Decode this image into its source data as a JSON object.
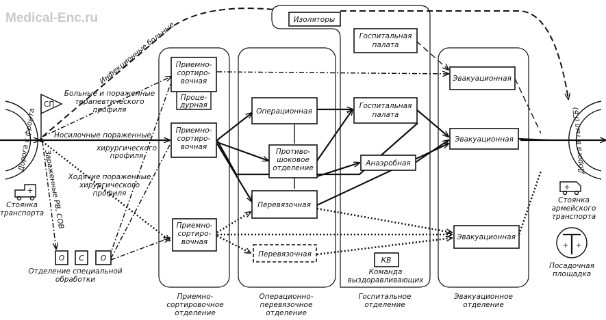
{
  "watermark": "Medical-Enc.ru",
  "roads": {
    "from_front": "Дорога с фронта",
    "to_rear": "Дорога в тыл (ГБ)"
  },
  "flag": "СП",
  "flows": {
    "infectious": "Инфекционные больные",
    "therapeutic": [
      "Больные и пораженные",
      "терапевтического",
      "профиля"
    ],
    "stretcher": [
      "Носилочные пораженные",
      "хирургического",
      "профиля"
    ],
    "walking": [
      "Ходячие пораженные",
      "хирургического",
      "профиля"
    ],
    "contaminated": "Зараженные РВ, СОВ"
  },
  "transport_parking": [
    "Стоянка",
    "транспорта"
  ],
  "special_treatment": {
    "boxes": [
      "О",
      "С",
      "О"
    ],
    "label": [
      "Отделение специальной",
      "обработки"
    ]
  },
  "departments": {
    "reception": {
      "label": [
        "Приемно-",
        "сортировочное",
        "отделение"
      ],
      "rooms": {
        "r1": [
          "Приемно-",
          "сортиро-",
          "вочная"
        ],
        "procedure": [
          "Проце-",
          "дурная"
        ],
        "r2": [
          "Приемно-",
          "сортиро-",
          "вочная"
        ],
        "r3": [
          "Приемно-",
          "сортиро-",
          "вочная"
        ]
      }
    },
    "operating": {
      "label": [
        "Операционно-",
        "перевязочное",
        "отделение"
      ],
      "rooms": {
        "operating": "Операционная",
        "antishock": [
          "Противо-",
          "шоковое",
          "отделение"
        ],
        "dressing": "Перевязочная",
        "dressing2": "Перевязочная"
      }
    },
    "hospital": {
      "label": [
        "Госпитальное",
        "отделение"
      ],
      "rooms": {
        "isolators": "Изоляторы",
        "ward1": [
          "Госпитальная",
          "палата"
        ],
        "ward2": [
          "Госпитальная",
          "палата"
        ],
        "anaerobic": "Анаэробная",
        "kv": "КВ",
        "kv_label": [
          "Команда",
          "выздоравливающих"
        ]
      }
    },
    "evacuation": {
      "label": [
        "Эвакуационное",
        "отделение"
      ],
      "rooms": {
        "e1": "Эвакуационная",
        "e2": "Эвакуационная",
        "e3": "Эвакуационная"
      }
    }
  },
  "army_transport": [
    "Стоянка",
    "армейского",
    "транспорта"
  ],
  "landing_pad": [
    "Посадочная",
    "площадка"
  ]
}
